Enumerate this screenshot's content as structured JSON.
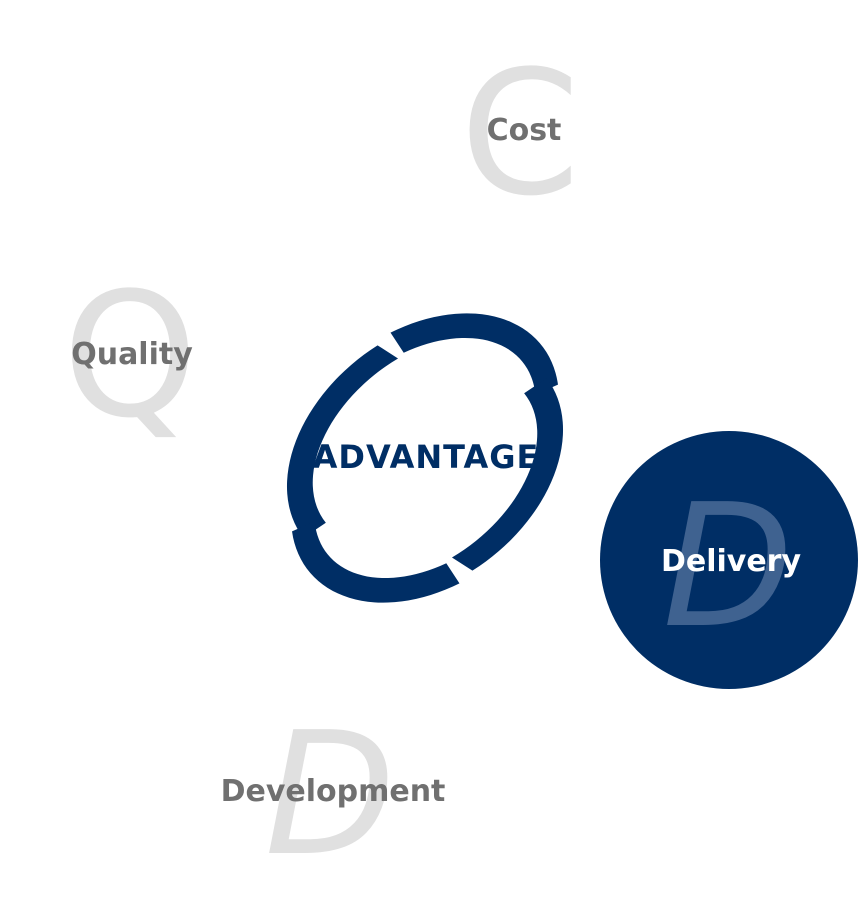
{
  "center": {
    "label": "ADVANTAGE"
  },
  "nodes": {
    "cost": {
      "label": "Cost",
      "glyph": "C"
    },
    "quality": {
      "label": "Quality",
      "glyph": "Q"
    },
    "delivery": {
      "label": "Delivery",
      "glyph": "D"
    },
    "development": {
      "label": "Development",
      "glyph": "D"
    }
  },
  "colors": {
    "navy": "#002e65",
    "glyph_gray": "#e0e0e0",
    "label_gray": "#707070",
    "white": "#ffffff",
    "delivery_glyph": "#3f6290"
  }
}
